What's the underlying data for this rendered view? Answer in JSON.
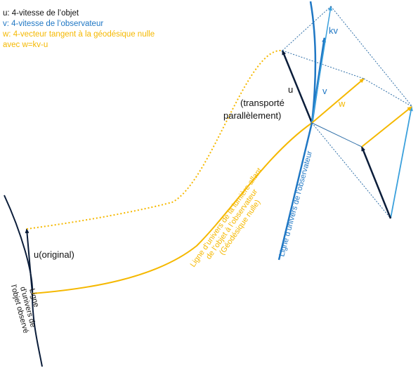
{
  "colors": {
    "black": "#111111",
    "dark_navy": "#0b1d3a",
    "observer_blue": "#1f77c4",
    "light_blue": "#3aa0dc",
    "dotted_blue": "#2f6fa8",
    "orange": "#f5b800",
    "orange_text": "#f5b800"
  },
  "legend": {
    "u": "u: 4-vitesse de l’objet",
    "v": "v: 4-vitesse de l’observateur",
    "w_line1": "w: 4-vecteur tangent à la géodésique nulle",
    "w_line2": "avec w=kv-u"
  },
  "labels": {
    "u_original": "u(original)",
    "u_transported_1": "u",
    "u_transported_2": "(transporté",
    "u_transported_3": "parallèlement)",
    "v": "v",
    "w": "w",
    "kv": "kv",
    "object_worldline_1": "Ligne",
    "object_worldline_2": "d’univers de",
    "object_worldline_3": "l’objet observé",
    "observer_worldline": "Ligne d’univers de l’observateur",
    "light_worldline_1": "Ligne d’univers de la lumière allant",
    "light_worldline_2": "de l’objet à l’observateur",
    "light_worldline_3": "(Géodésique nulle)"
  }
}
